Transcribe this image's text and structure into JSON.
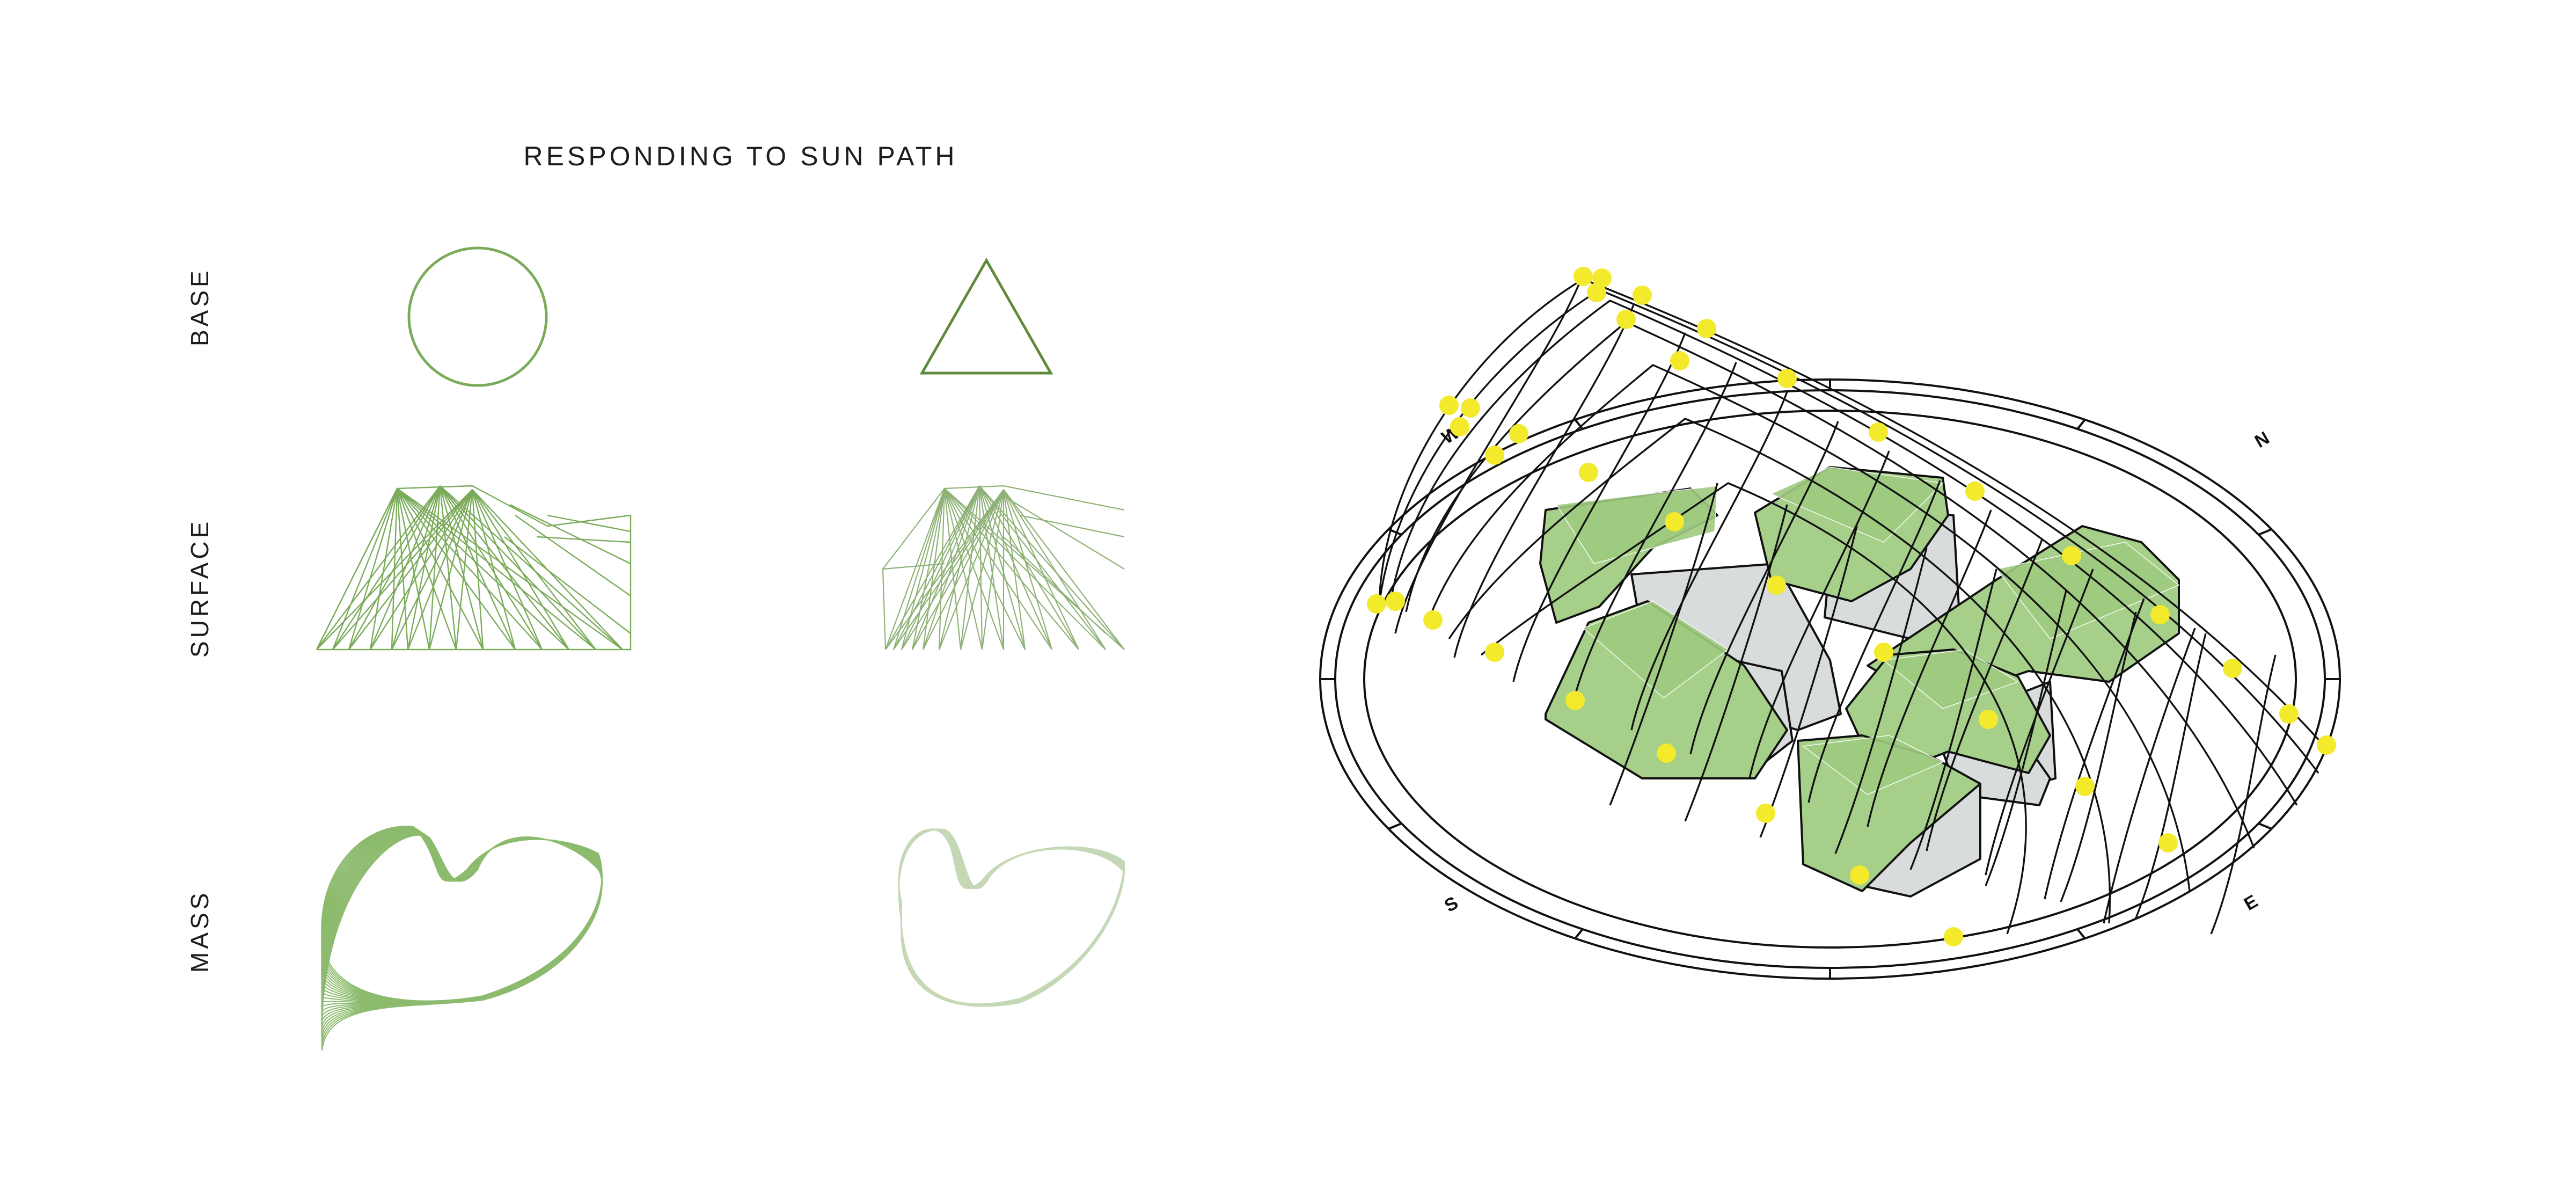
{
  "title": "RESPONDING TO SUN PATH",
  "rows": [
    {
      "label": "BASE"
    },
    {
      "label": "SURFACE"
    },
    {
      "label": "MASS"
    }
  ],
  "columns": [
    {
      "base_shape": "circle",
      "stroke": "#7aab5a"
    },
    {
      "base_shape": "triangle",
      "stroke": "#5d8a3b"
    }
  ],
  "compass": {
    "north": "N",
    "south": "S",
    "east": "E",
    "west": "W"
  },
  "colors": {
    "green_fill": "#a6cf8a",
    "green_stroke": "#7aab5a",
    "green_stroke_light": "#b7cfa5",
    "sun_point": "#f3ea2b",
    "gray_fill": "#d9dcdc",
    "line": "#111111",
    "text": "#1d1d1d"
  }
}
